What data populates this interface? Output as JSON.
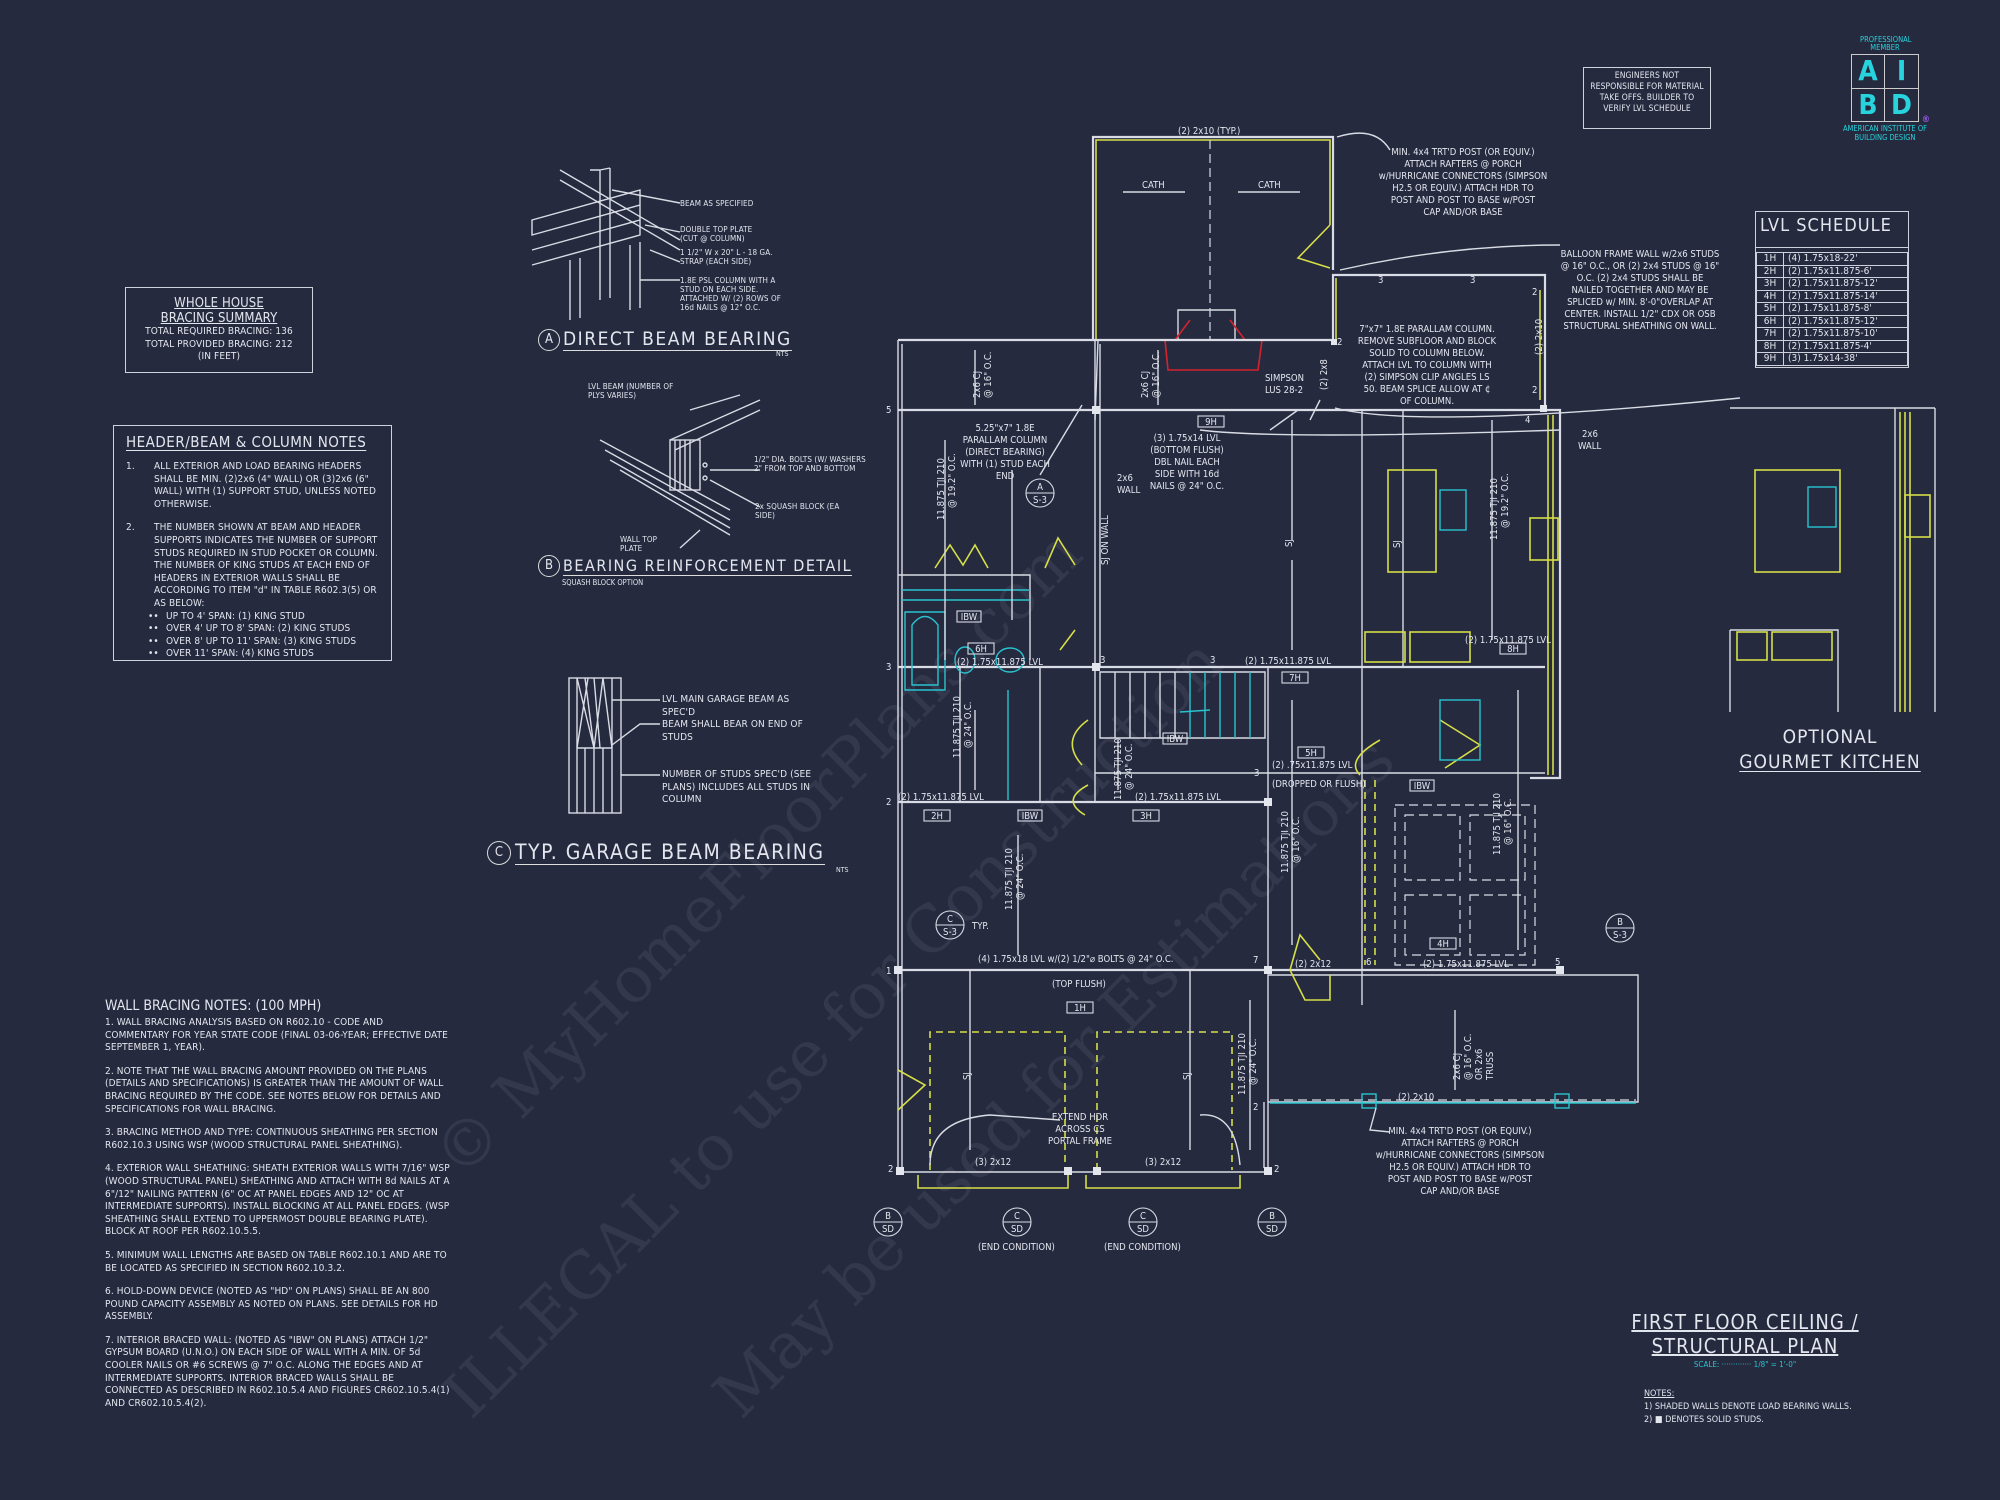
{
  "bracing_summary": {
    "title_line1": "WHOLE HOUSE",
    "title_line2": "BRACING SUMMARY",
    "required": "TOTAL REQUIRED BRACING: 136",
    "provided": "TOTAL PROVIDED BRACING: 212",
    "units": "(IN FEET)"
  },
  "header_notes": {
    "title": "HEADER/BEAM & COLUMN NOTES",
    "items": [
      {
        "num": "1.",
        "text": "ALL EXTERIOR AND LOAD BEARING HEADERS SHALL BE MIN. (2)2x6 (4\" WALL) OR (3)2x6 (6\" WALL) WITH (1) SUPPORT STUD, UNLESS NOTED OTHERWISE."
      },
      {
        "num": "2.",
        "text": "THE NUMBER SHOWN AT BEAM AND HEADER SUPPORTS INDICATES THE NUMBER OF SUPPORT STUDS REQUIRED IN STUD POCKET OR COLUMN. THE NUMBER OF KING STUDS AT EACH END OF HEADERS IN EXTERIOR WALLS SHALL BE ACCORDING TO ITEM \"d\" IN TABLE R602.3(5) OR AS BELOW:"
      }
    ],
    "bullet_glyph": "••",
    "bullets": [
      "UP TO 4' SPAN: (1) KING STUD",
      "OVER 4' UP TO 8' SPAN: (2) KING STUDS",
      "OVER 8' UP TO 11' SPAN: (3) KING STUDS",
      "OVER 11' SPAN: (4) KING STUDS"
    ]
  },
  "wall_bracing_notes": {
    "title": "WALL BRACING NOTES: (100 MPH)",
    "items": [
      "1. WALL BRACING ANALYSIS BASED ON R602.10 - CODE AND COMMENTARY FOR YEAR STATE CODE (FINAL 03-06-YEAR; EFFECTIVE DATE SEPTEMBER 1, YEAR).",
      "2. NOTE THAT THE WALL BRACING AMOUNT PROVIDED ON THE PLANS (DETAILS AND SPECIFICATIONS) IS GREATER THAN THE AMOUNT OF WALL BRACING REQUIRED BY THE CODE. SEE NOTES BELOW FOR DETAILS AND SPECIFICATIONS FOR WALL BRACING.",
      "3. BRACING METHOD AND TYPE: CONTINUOUS SHEATHING PER SECTION R602.10.3 USING WSP (WOOD STRUCTURAL PANEL SHEATHING).",
      "4. EXTERIOR WALL SHEATHING: SHEATH EXTERIOR WALLS WITH 7/16\" WSP (WOOD STRUCTURAL PANEL) SHEATHING AND ATTACH WITH 8d NAILS AT A 6\"/12\" NAILING PATTERN (6\" OC AT PANEL EDGES AND 12\" OC AT INTERMEDIATE SUPPORTS). INSTALL BLOCKING AT ALL PANEL EDGES. (WSP SHEATHING SHALL EXTEND TO UPPERMOST DOUBLE BEARING PLATE). BLOCK AT ROOF PER R602.10.5.5.",
      "5. MINIMUM WALL LENGTHS ARE BASED ON TABLE R602.10.1 AND ARE TO BE LOCATED AS SPECIFIED IN SECTION R602.10.3.2.",
      "6. HOLD-DOWN DEVICE (NOTED AS \"HD\" ON PLANS) SHALL BE AN 800 POUND CAPACITY ASSEMBLY AS NOTED ON PLANS. SEE DETAILS FOR HD ASSEMBLY.",
      "7. INTERIOR BRACED WALL: (NOTED AS \"IBW\" ON PLANS) ATTACH 1/2\" GYPSUM BOARD (U.N.O.) ON EACH SIDE OF WALL WITH A MIN. OF 5d COOLER NAILS OR #6 SCREWS @ 7\" O.C. ALONG THE EDGES AND AT INTERMEDIATE SUPPORTS. INTERIOR BRACED WALLS SHALL BE CONNECTED AS DESCRIBED IN R602.10.5.4 AND FIGURES CR602.10.5.4(1) AND CR602.10.5.4(2)."
    ]
  },
  "details": {
    "a": {
      "letter": "A",
      "title": "DIRECT BEAM BEARING",
      "scale": "NTS",
      "callouts": [
        "BEAM AS SPECIFIED",
        "DOUBLE TOP PLATE (CUT @ COLUMN)",
        "1 1/2\" W x 20\" L - 18 GA. STRAP (EACH SIDE)",
        "1.8E PSL COLUMN WITH A STUD ON EACH SIDE. ATTACHED W/ (2) ROWS OF 16d NAILS @ 12\" O.C."
      ]
    },
    "b": {
      "letter": "B",
      "title": "BEARING REINFORCEMENT DETAIL",
      "subtitle": "SQUASH BLOCK OPTION",
      "callouts": [
        "LVL BEAM (NUMBER OF PLYS VARIES)",
        "1/2\" DIA. BOLTS (W/ WASHERS 2\" FROM TOP AND BOTTOM",
        "2x SQUASH BLOCK (EA SIDE)",
        "WALL TOP PLATE"
      ]
    },
    "c": {
      "letter": "C",
      "title": "TYP. GARAGE BEAM BEARING",
      "scale": "NTS",
      "callouts": [
        "LVL MAIN GARAGE BEAM AS SPEC'D",
        "BEAM SHALL BEAR ON END OF STUDS",
        "NUMBER OF STUDS SPEC'D (SEE PLANS) INCLUDES ALL STUDS IN COLUMN"
      ]
    }
  },
  "engineers_note": "ENGINEERS NOT RESPONSIBLE FOR MATERIAL TAKE OFFS. BUILDER TO VERIFY LVL SCHEDULE",
  "logo": {
    "top_text": "PROFESSIONAL MEMBER",
    "letters": [
      "A",
      "I",
      "B",
      "D"
    ],
    "registered": "®",
    "bottom_text": "AMERICAN INSTITUTE OF BUILDING DESIGN",
    "color": "#27d3dc"
  },
  "lvl_schedule": {
    "title": "LVL SCHEDULE",
    "rows": [
      {
        "mark": "1H",
        "spec": "(4) 1.75x18-22'"
      },
      {
        "mark": "2H",
        "spec": "(2) 1.75x11.875-6'"
      },
      {
        "mark": "3H",
        "spec": "(2) 1.75x11.875-12'"
      },
      {
        "mark": "4H",
        "spec": "(2) 1.75x11.875-14'"
      },
      {
        "mark": "5H",
        "spec": "(2) 1.75x11.875-8'"
      },
      {
        "mark": "6H",
        "spec": "(2) 1.75x11.875-12'"
      },
      {
        "mark": "7H",
        "spec": "(2) 1.75x11.875-10'"
      },
      {
        "mark": "8H",
        "spec": "(2) 1.75x11.875-4'"
      },
      {
        "mark": "9H",
        "spec": "(3) 1.75x14-38'"
      }
    ]
  },
  "plan": {
    "porch_top_header": "(2) 2x10 (TYP.)",
    "cath_left": "CATH",
    "cath_right": "CATH",
    "post_note_top": [
      "MIN. 4x4 TRT'D POST (OR EQUIV.)",
      "ATTACH RAFTERS @ PORCH",
      "w/HURRICANE CONNECTORS (SIMPSON",
      "H2.5 OR EQUIV.) ATTACH HDR TO",
      "POST AND POST TO BASE w/POST",
      "CAP AND/OR BASE"
    ],
    "balloon_note": [
      "BALLOON FRAME WALL w/2x6 STUDS",
      "@ 16\" O.C., OR (2) 2x4 STUDS @ 16\"",
      "O.C. (2) 2x4 STUDS SHALL BE",
      "NAILED TOGETHER AND MAY BE",
      "SPLICED w/ MIN. 8'-0\"OVERLAP AT",
      "CENTER. INSTALL 1/2\" CDX OR OSB",
      "STRUCTURAL SHEATHING ON WALL."
    ],
    "parallam_7x7_note": [
      "7\"x7\" 1.8E PARALLAM COLUMN.",
      "REMOVE SUBFLOOR AND BLOCK",
      "SOLID TO COLUMN BELOW.",
      "ATTACH LVL TO COLUMN WITH",
      "(2) SIMPSON CLIP ANGLES LS",
      "50. BEAM SPLICE ALLOW AT ¢",
      "OF COLUMN."
    ],
    "simpson": [
      "SIMPSON",
      "LUS 28-2"
    ],
    "header_2x8": "(2) 2x8",
    "header_2x10_right": "(2) 2x10",
    "cj_label": [
      "2x6 CJ",
      "@ 16\" O.C."
    ],
    "parallam_525_note": [
      "5.25\"x7\" 1.8E",
      "PARALLAM COLUMN",
      "(DIRECT BEARING)",
      "WITH (1) STUD EACH",
      "END"
    ],
    "beam_9h_note": [
      "(3) 1.75x14 LVL",
      "(BOTTOM FLUSH)",
      "DBL NAIL EACH",
      "SIDE WITH 16d",
      "NAILS @ 24\" O.C."
    ],
    "wall_2x6": [
      "2x6",
      "WALL"
    ],
    "sj_on_wall": "SJ ON WALL",
    "sj": "SJ",
    "tji_192": [
      "11.875 TJI 210",
      "@ 19.2\" O.C."
    ],
    "tji_24": [
      "11.875 TJI 210",
      "@ 24\" O.C."
    ],
    "tji_16": [
      "11.875 TJI 210",
      "@ 16\" O.C."
    ],
    "lvl_2_11875": "(2) 1.75x11.875 LVL",
    "lvl_5h": "(2) .75x11.875 LVL",
    "dropped_or_flush": "(DROPPED OR FLUSH)",
    "beam_1h": "(4) 1.75x18 LVL w/(2) 1/2\"⌀ BOLTS @ 24\" O.C.",
    "top_flush": "(TOP FLUSH)",
    "header_2x12": "(2) 2x12",
    "header_3x12": "(3) 2x12",
    "extend_hdr": [
      "EXTEND HDR",
      "ACROSS CS",
      "PORTAL FRAME"
    ],
    "end_condition": "(END CONDITION)",
    "porch_header": "(2) 2x10",
    "porch_cj": [
      "2x6 CJ",
      "@ 16\" O.C.",
      "OR 2x6",
      "TRUSS"
    ],
    "post_note_bottom": [
      "MIN. 4x4 TRT'D POST (OR EQUIV.)",
      "ATTACH RAFTERS @ PORCH",
      "w/HURRICANE CONNECTORS (SIMPSON",
      "H2.5 OR EQUIV.) ATTACH HDR TO",
      "POST AND POST TO BASE w/POST",
      "CAP AND/OR BASE"
    ],
    "tags": [
      "1H",
      "2H",
      "3H",
      "4H",
      "5H",
      "6H",
      "7H",
      "8H",
      "9H",
      "IBW"
    ],
    "typ": "TYP.",
    "section_markers": {
      "a_s3": [
        "A",
        "S-3"
      ],
      "c_s3": [
        "C",
        "S-3"
      ],
      "b_s3": [
        "B",
        "S-3"
      ],
      "b_sd": [
        "B",
        "SD"
      ],
      "c_sd": [
        "C",
        "SD"
      ]
    },
    "stud_counts": [
      "1",
      "2",
      "3",
      "4",
      "5",
      "6",
      "7"
    ]
  },
  "kitchen": {
    "title_line1": "OPTIONAL",
    "title_line2": "GOURMET KITCHEN"
  },
  "title_block": {
    "title_line1": "FIRST FLOOR CEILING /",
    "title_line2": "STRUCTURAL PLAN",
    "scale": "SCALE: ············· 1/8\" = 1'-0\"",
    "notes_label": "NOTES:",
    "notes": [
      "1) SHADED WALLS DENOTE LOAD BEARING WALLS.",
      "2) ■ DENOTES SOLID STUDS."
    ]
  },
  "watermark": [
    "© MyHomeFloorPlans.com",
    "ILLEGAL to use for Construction",
    "May be used for Estimations"
  ],
  "colors": {
    "background": "#252a3f",
    "linework": "#d9dce4",
    "load_bearing": "#d6de48",
    "fixtures": "#29c3cf",
    "fireplace": "#d3232e",
    "logo": "#27d3dc",
    "scale_text": "#29c3cf"
  }
}
